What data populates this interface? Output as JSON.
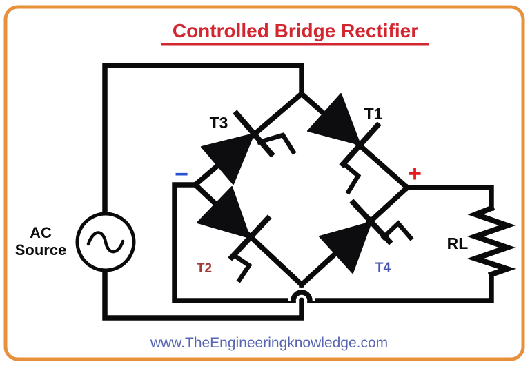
{
  "page": {
    "title": "Controlled Bridge Rectifier",
    "footer_url": "www.TheEngineeringknowledge.com"
  },
  "components": {
    "source": {
      "label_line1": "AC",
      "label_line2": "Source"
    },
    "thyristors": {
      "t1": "T1",
      "t2": "T2",
      "t3": "T3",
      "t4": "T4"
    },
    "load": {
      "label": "RL"
    },
    "polarity": {
      "positive": "+",
      "negative": "−"
    }
  },
  "colors": {
    "border_orange": "#E8913D",
    "title_red": "#D22730",
    "plus_red": "#E21B1E",
    "minus_blue": "#2B50D0",
    "t2_maroon": "#A03A3A",
    "t4_blue": "#4A57AE",
    "url_blue": "#5766B2"
  }
}
